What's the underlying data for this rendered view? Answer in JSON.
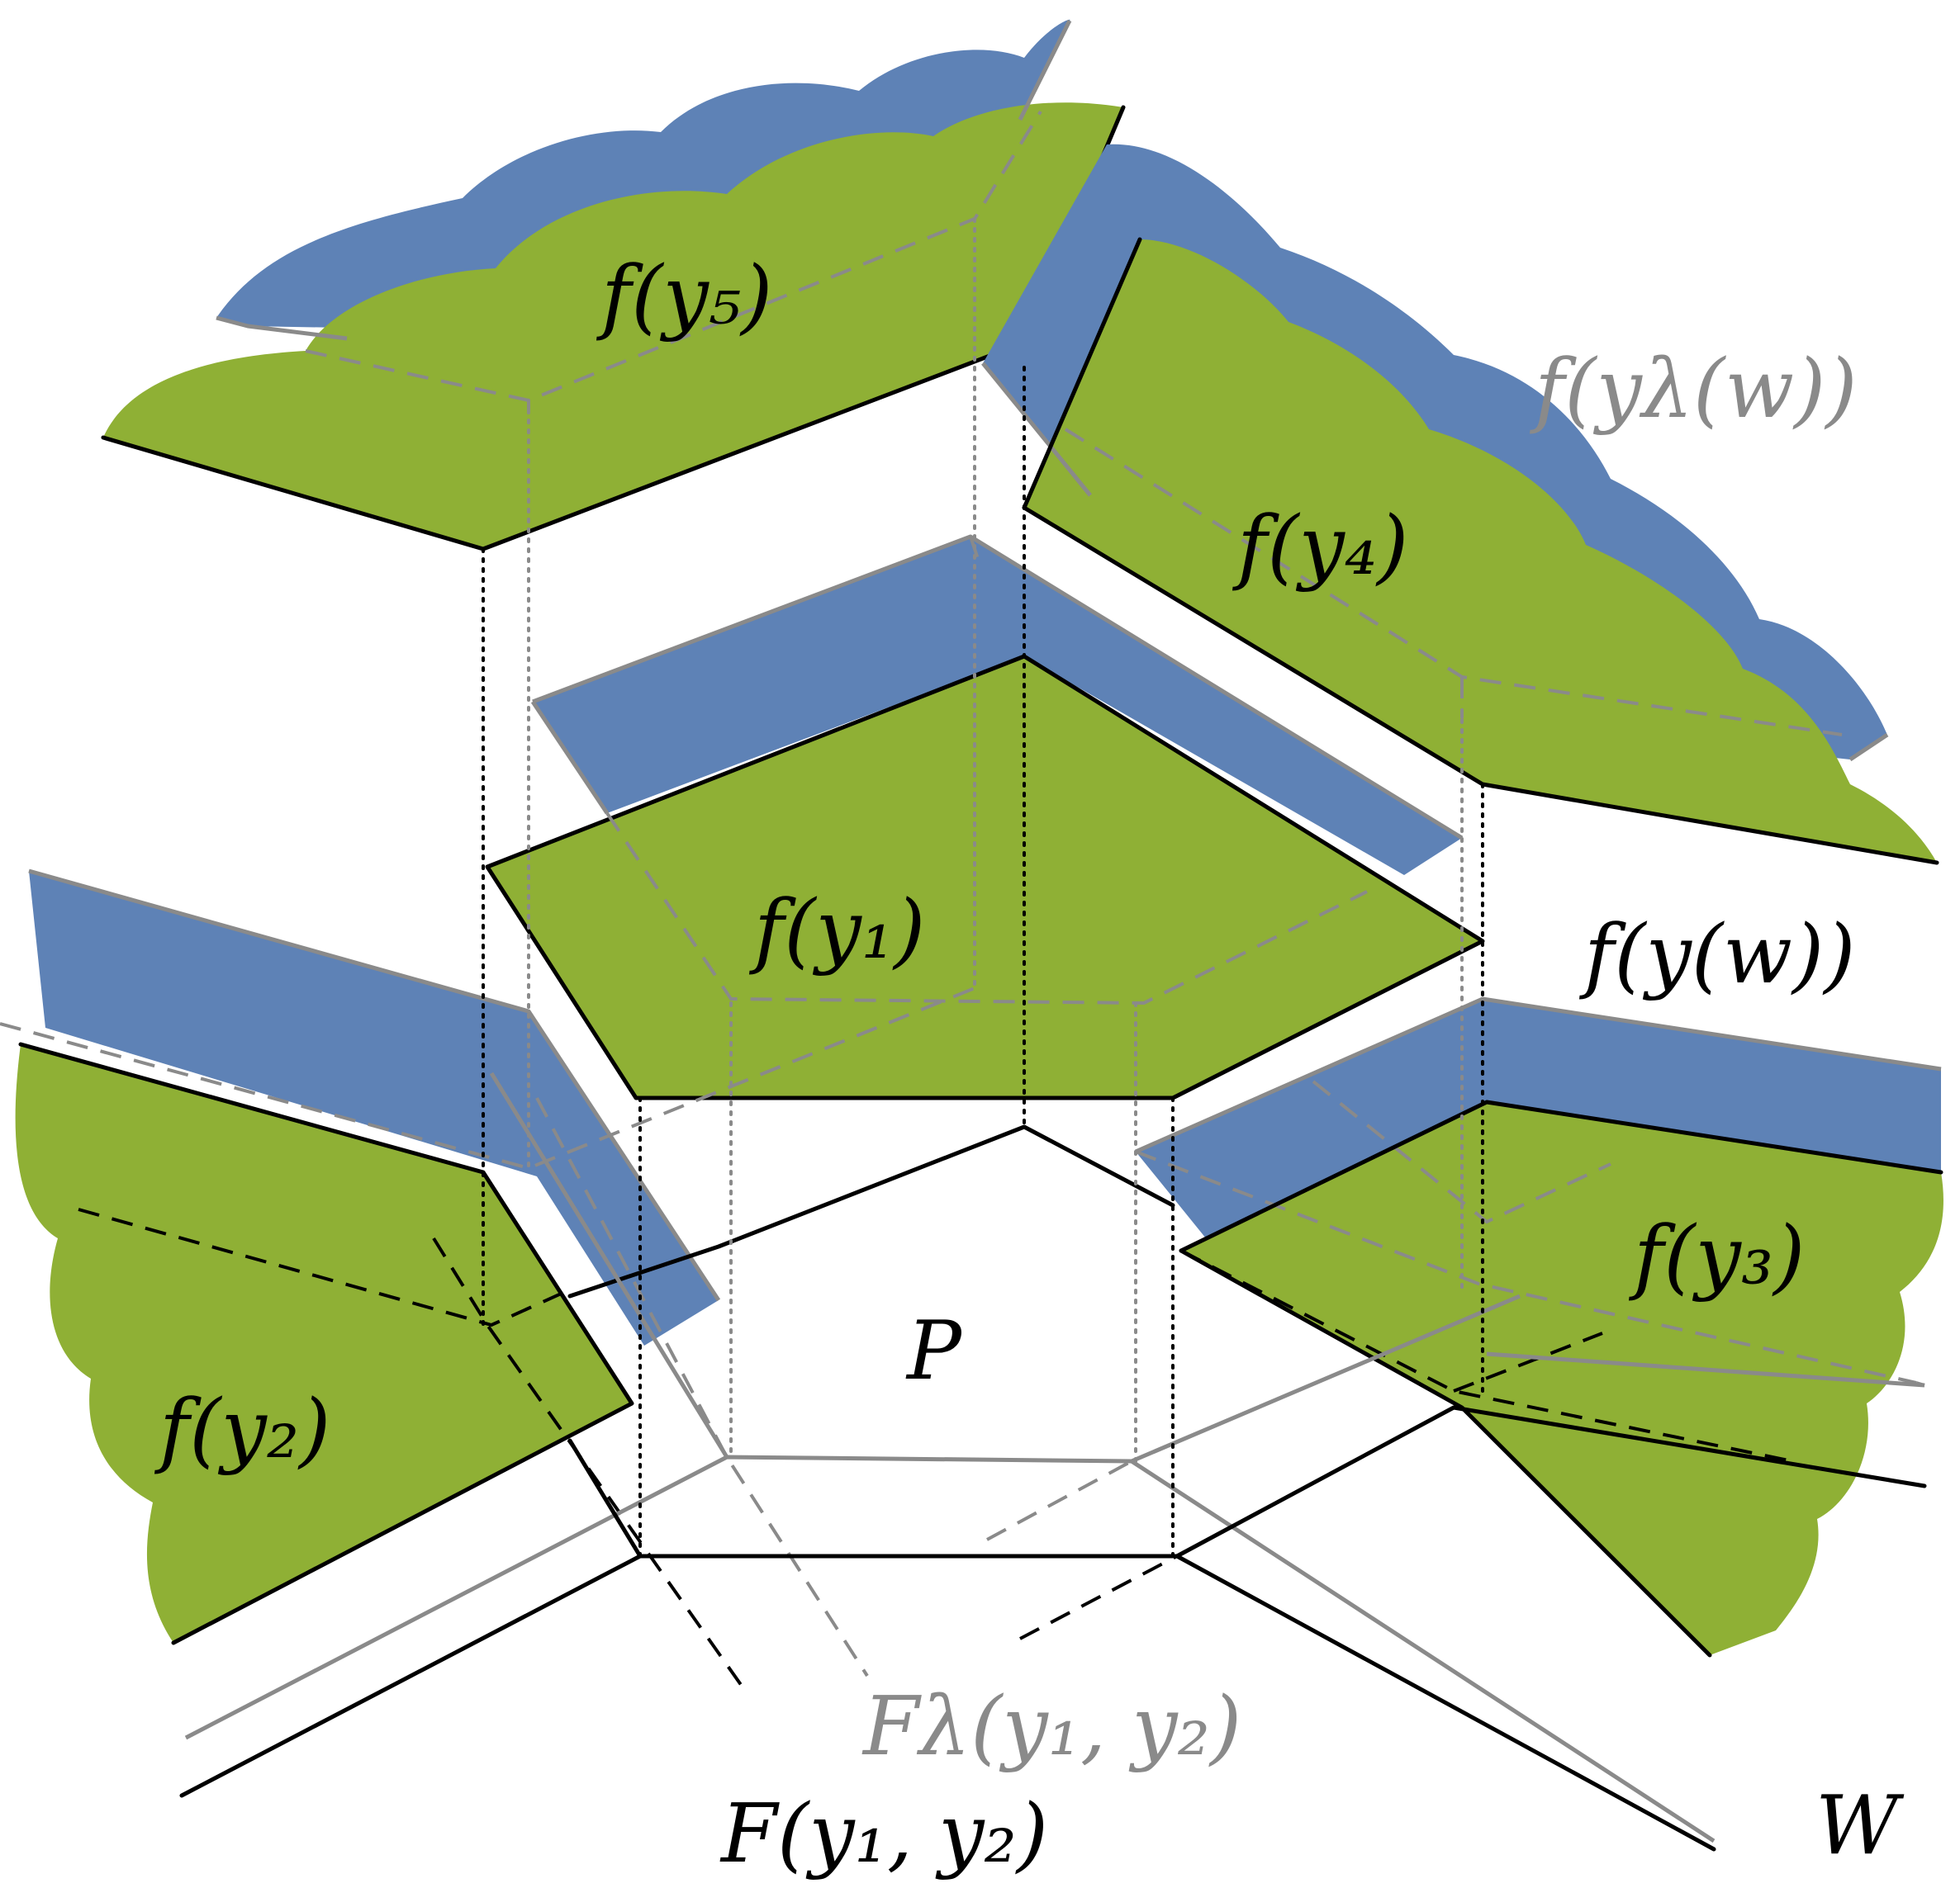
{
  "colors": {
    "lambda_layer": "#5E82B6",
    "base_layer": "#8FB035",
    "lines": "#000000",
    "lambda_lines": "#8a8a8a"
  },
  "labels": {
    "f_y1": "f(y₁)",
    "f_y2": "f(y₂)",
    "f_y3": "f(y₃)",
    "f_y4": "f(y₄)",
    "f_y5": "f(y₅)",
    "f_ylambda_w": "f(yλ(w))",
    "f_y_w": "f(y(w))",
    "P": "P",
    "F_lambda": "Fλ(y₁, y₂)",
    "F": "F(y₁, y₂)",
    "W": "W"
  }
}
